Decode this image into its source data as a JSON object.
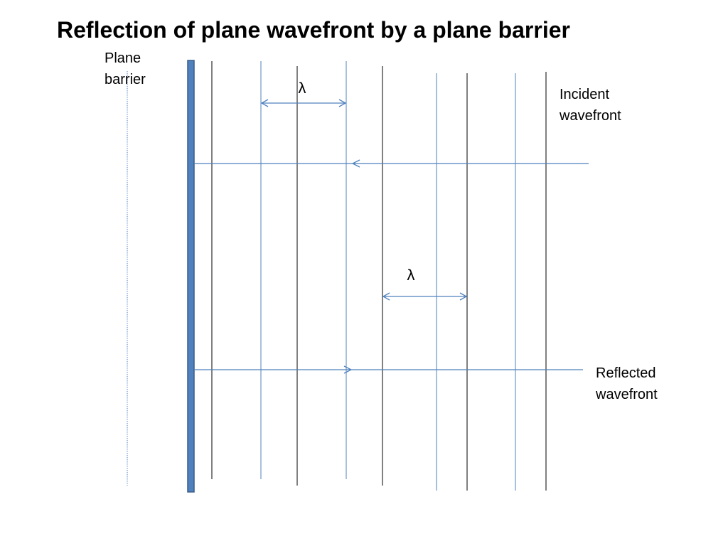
{
  "title": "Reflection of plane wavefront by a plane barrier",
  "labels": {
    "barrier": [
      "Plane",
      "barrier"
    ],
    "incident": [
      "Incident",
      "wavefront"
    ],
    "reflected": [
      "Reflected",
      "wavefront"
    ]
  },
  "wavelength_symbol": "λ",
  "colors": {
    "barrier": "#4F81BD",
    "wavefront_blue": "#4F81BD",
    "wavefront_black": "#000000",
    "arrow": "#4F81BD"
  }
}
